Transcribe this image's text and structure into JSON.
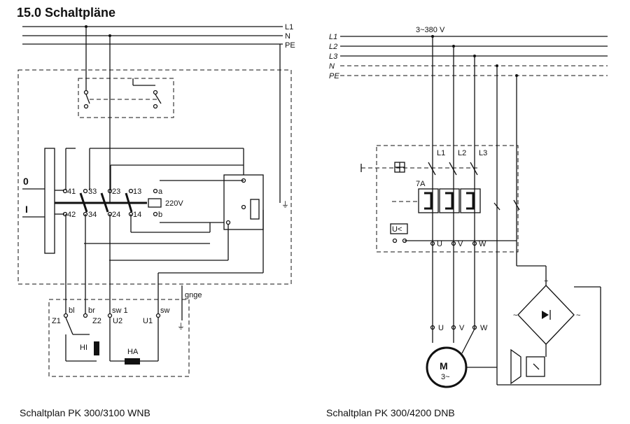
{
  "header": {
    "title": "15.0 Schaltpläne"
  },
  "left_diagram": {
    "caption": "Schaltplan PK 300/3100 WNB",
    "bus_labels": [
      "L1",
      "N",
      "PE"
    ],
    "switch_positions": [
      "0",
      "I"
    ],
    "contact_labels_top": [
      "41",
      "33",
      "23",
      "13",
      "a"
    ],
    "contact_labels_bottom": [
      "42",
      "34",
      "24",
      "14",
      "b"
    ],
    "coil_voltage": "220V",
    "wire_labels": [
      "bl",
      "br",
      "sw 1",
      "sw",
      "gnge"
    ],
    "terminal_labels": [
      "Z1",
      "Z2",
      "U2",
      "U1"
    ],
    "component_labels": [
      "HI",
      "HA"
    ]
  },
  "right_diagram": {
    "caption": "Schaltplan PK 300/4200 DNB",
    "supply": "3~380 V",
    "bus_labels": [
      "L1",
      "L2",
      "L3",
      "N",
      "PE"
    ],
    "contactor_labels": [
      "L1",
      "L2",
      "L3"
    ],
    "overload_rating": "7A",
    "output_labels_top": [
      "U",
      "V",
      "W"
    ],
    "motor_terminals": [
      "U",
      "V",
      "W"
    ],
    "motor_label": [
      "M",
      "3~"
    ]
  }
}
